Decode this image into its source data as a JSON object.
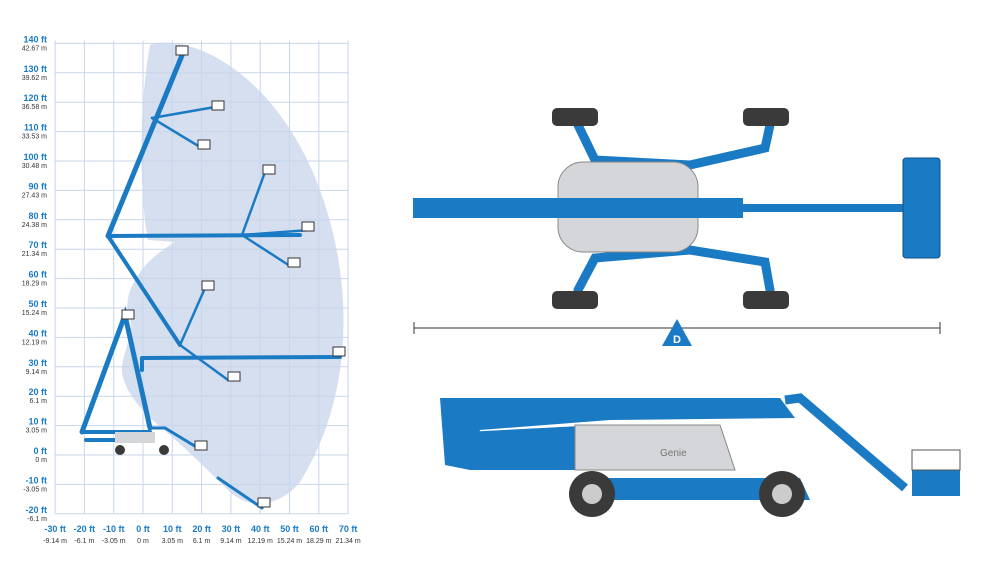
{
  "chart": {
    "y_ticks": [
      {
        "ft": "140 ft",
        "m": "42.67 m",
        "v": 140
      },
      {
        "ft": "130 ft",
        "m": "39.62 m",
        "v": 130
      },
      {
        "ft": "120 ft",
        "m": "36.58 m",
        "v": 120
      },
      {
        "ft": "110 ft",
        "m": "33.53 m",
        "v": 110
      },
      {
        "ft": "100 ft",
        "m": "30.48 m",
        "v": 100
      },
      {
        "ft": "90 ft",
        "m": "27.43 m",
        "v": 90
      },
      {
        "ft": "80 ft",
        "m": "24.38 m",
        "v": 80
      },
      {
        "ft": "70 ft",
        "m": "21.34 m",
        "v": 70
      },
      {
        "ft": "60 ft",
        "m": "18.29 m",
        "v": 60
      },
      {
        "ft": "50 ft",
        "m": "15.24 m",
        "v": 50
      },
      {
        "ft": "40 ft",
        "m": "12.19 m",
        "v": 40
      },
      {
        "ft": "30 ft",
        "m": "9.14 m",
        "v": 30
      },
      {
        "ft": "20 ft",
        "m": "6.1 m",
        "v": 20
      },
      {
        "ft": "10 ft",
        "m": "3.05 m",
        "v": 10
      },
      {
        "ft": "0 ft",
        "m": "0 m",
        "v": 0
      },
      {
        "ft": "-10 ft",
        "m": "-3.05 m",
        "v": -10
      },
      {
        "ft": "-20 ft",
        "m": "-6.1 m",
        "v": -20
      }
    ],
    "x_ticks": [
      {
        "ft": "-30 ft",
        "m": "-9.14 m",
        "v": -30
      },
      {
        "ft": "-20 ft",
        "m": "-6.1 m",
        "v": -20
      },
      {
        "ft": "-10 ft",
        "m": "-3.05 m",
        "v": -10
      },
      {
        "ft": "0 ft",
        "m": "0 m",
        "v": 0
      },
      {
        "ft": "10 ft",
        "m": "3.05 m",
        "v": 10
      },
      {
        "ft": "20 ft",
        "m": "6.1 m",
        "v": 20
      },
      {
        "ft": "30 ft",
        "m": "9.14 m",
        "v": 30
      },
      {
        "ft": "40 ft",
        "m": "12.19 m",
        "v": 40
      },
      {
        "ft": "50 ft",
        "m": "15.24 m",
        "v": 50
      },
      {
        "ft": "60 ft",
        "m": "18.29 m",
        "v": 60
      },
      {
        "ft": "70 ft",
        "m": "21.34 m",
        "v": 70
      }
    ]
  },
  "dimension_label": "D",
  "brand_text": "Genie",
  "colors": {
    "boom": "#1a7bc4",
    "envelope": "#d5dff0",
    "grid": "#c8d6ea",
    "body": "#d4d6da",
    "tire": "#3a3a3a"
  }
}
